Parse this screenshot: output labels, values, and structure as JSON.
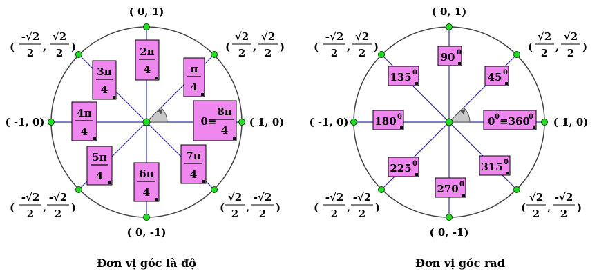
{
  "colors": {
    "box_fill": "#ee88ee",
    "point_fill": "#22dd22",
    "radius_line": "#3333aa",
    "arc_fill": "#c8c8c8"
  },
  "captions": {
    "left": "Đơn vị góc là độ",
    "right": "Đơn vị góc rad"
  },
  "points": {
    "top": "( 0, 1)",
    "bottom": "( 0, -1)",
    "left": "( -1, 0)",
    "right": "( 1, 0)",
    "diag_num_pos": "√2",
    "diag_num_neg": "-√2",
    "diag_den": "2",
    "paren_open": "(",
    "paren_close": ")",
    "comma": ","
  },
  "left_labels": {
    "a0_prefix": "0≡",
    "a0": [
      "8π",
      "4"
    ],
    "a45": [
      "π",
      "4"
    ],
    "a90": [
      "2π",
      "4"
    ],
    "a135": [
      "3π",
      "4"
    ],
    "a180": [
      "4π",
      "4"
    ],
    "a225": [
      "5π",
      "4"
    ],
    "a270": [
      "6π",
      "4"
    ],
    "a315": [
      "7π",
      "4"
    ]
  },
  "right_labels": {
    "a0": [
      "0",
      "≡360"
    ],
    "a45": "45",
    "a90": "90",
    "a135": "135",
    "a180": "180",
    "a225": "225",
    "a270": "270",
    "a315": "315",
    "degree_sup": "0"
  }
}
